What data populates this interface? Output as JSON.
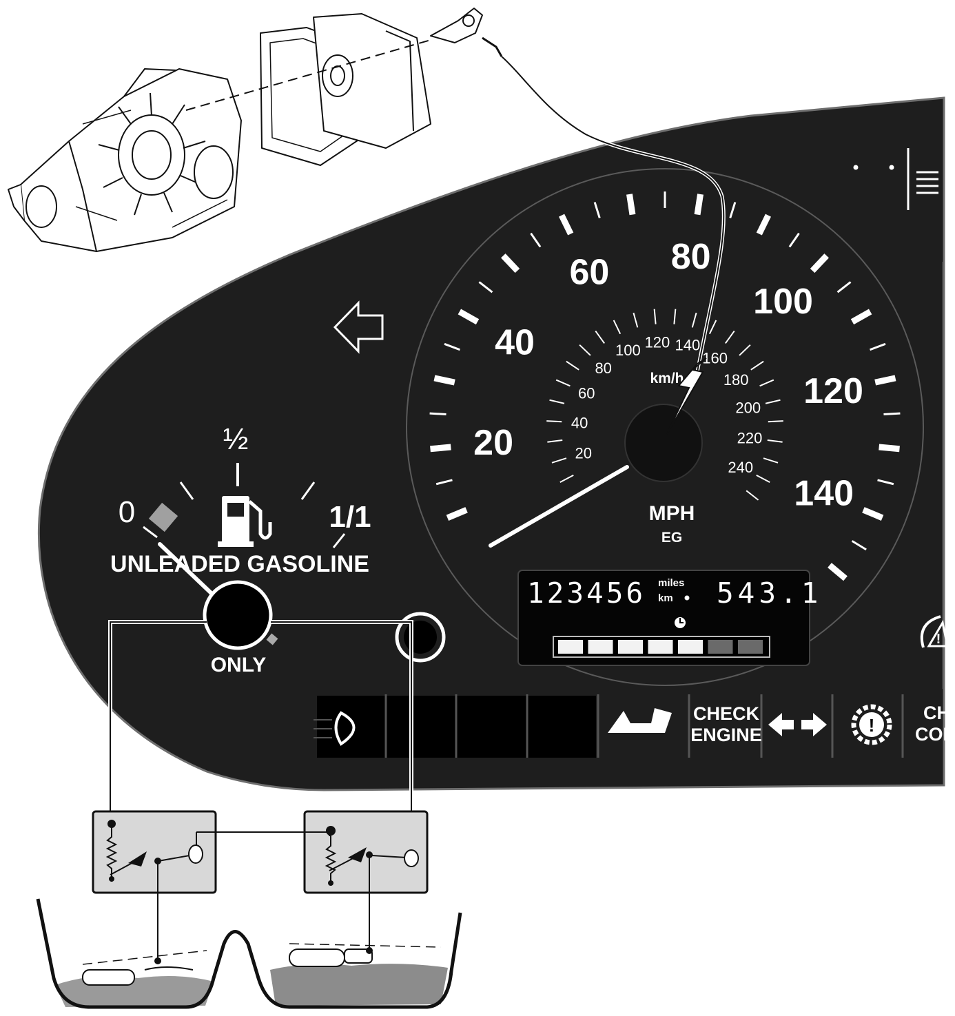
{
  "colors": {
    "panel": "#1e1e1e",
    "panel_edge": "#6e6e6e",
    "line": "#111111",
    "white": "#ffffff",
    "gray_box": "#d8d8d8",
    "fuel_liquid": "#8c8c8c",
    "fuel_marker": "#a0a0a0"
  },
  "speedometer": {
    "mph_labels": [
      "20",
      "40",
      "60",
      "80",
      "100",
      "120",
      "140"
    ],
    "kmh_labels": [
      "20",
      "40",
      "60",
      "80",
      "100",
      "120",
      "140",
      "160",
      "180",
      "200",
      "220",
      "240"
    ],
    "kmh_unit": "km/h",
    "mph_unit": "MPH",
    "variant": "EG"
  },
  "odometer": {
    "total": "123456",
    "unit_miles": "miles",
    "unit_km": "km",
    "trip": "543.1"
  },
  "fuel_gauge": {
    "empty_label": "0",
    "half_label": "½",
    "full_label": "1/1",
    "label": "UNLEADED GASOLINE",
    "only_label": "ONLY"
  },
  "warning_lights": {
    "check_engine_line1": "CHECK",
    "check_engine_line2": "ENGINE",
    "check_control_line1": "CHE",
    "check_control_line2": "CONT"
  },
  "icons": [
    "left-arrow-icon",
    "fuel-pump-icon",
    "headlight-icon",
    "turn-signal-icon",
    "gear-warning-icon",
    "service-clock-icon",
    "warning-triangle-icon"
  ]
}
